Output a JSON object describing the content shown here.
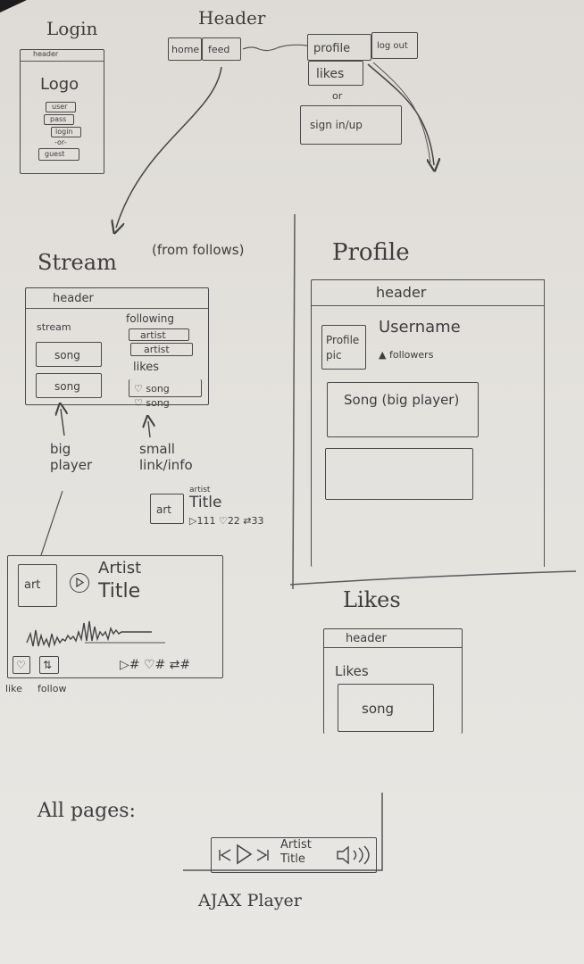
{
  "top": {
    "login_title": "Login",
    "header_title": "Header",
    "login_mock": {
      "header": "header",
      "logo": "Logo",
      "fields": [
        "user",
        "pass",
        "login"
      ],
      "or": "-or-",
      "guest": "guest"
    },
    "nav": {
      "home": "home",
      "feed": "feed"
    },
    "user_nav": {
      "profile": "profile",
      "log_out": "log out",
      "likes": "likes",
      "or": "or",
      "sign_in_up": "sign in/up"
    }
  },
  "stream": {
    "title": "Stream",
    "subtitle": "(from follows)",
    "header": "header",
    "left_heading": "stream",
    "songs": [
      "song",
      "song"
    ],
    "following_heading": "following",
    "artists": [
      "artist",
      "artist"
    ],
    "likes_heading": "likes",
    "liked_songs": [
      "song",
      "song"
    ],
    "note_big": "big player",
    "note_small": "small link/info",
    "small_player": {
      "art": "art",
      "artist": "artist",
      "title": "Title",
      "stats": "▷111 ♡22 ⇄33"
    },
    "big_player": {
      "art": "art",
      "artist": "Artist",
      "title": "Title",
      "stats": "▷# ♡# ⇄#",
      "like": "like",
      "follow": "follow"
    }
  },
  "profile": {
    "title": "Profile",
    "header": "header",
    "pic": "Profile pic",
    "username": "Username",
    "followers": "followers",
    "song": "Song (big player)"
  },
  "likes": {
    "title": "Likes",
    "header": "header",
    "heading": "Likes",
    "song": "song"
  },
  "footer": {
    "all_pages": "All pages:",
    "player_artist": "Artist",
    "player_title": "Title",
    "player_name": "AJAX Player"
  },
  "colors": {
    "paper": "#e4e2dd",
    "pencil": "#3d3d3d"
  }
}
